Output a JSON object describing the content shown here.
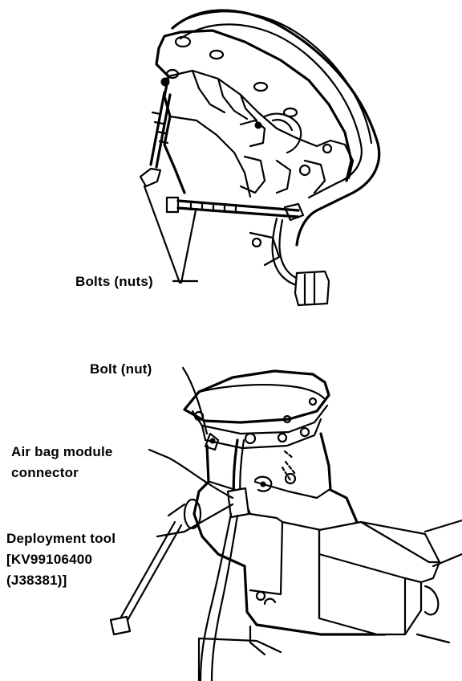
{
  "labels": {
    "bolts_nuts": "Bolts (nuts)",
    "bolt_nut": "Bolt (nut)",
    "air_bag_line1": "Air bag module",
    "air_bag_line2": "connector",
    "deploy_line1": "Deployment tool",
    "deploy_line2": "[KV99106400",
    "deploy_line3": "(J38381)]"
  },
  "colors": {
    "ink": "#000000",
    "paper": "#ffffff"
  }
}
